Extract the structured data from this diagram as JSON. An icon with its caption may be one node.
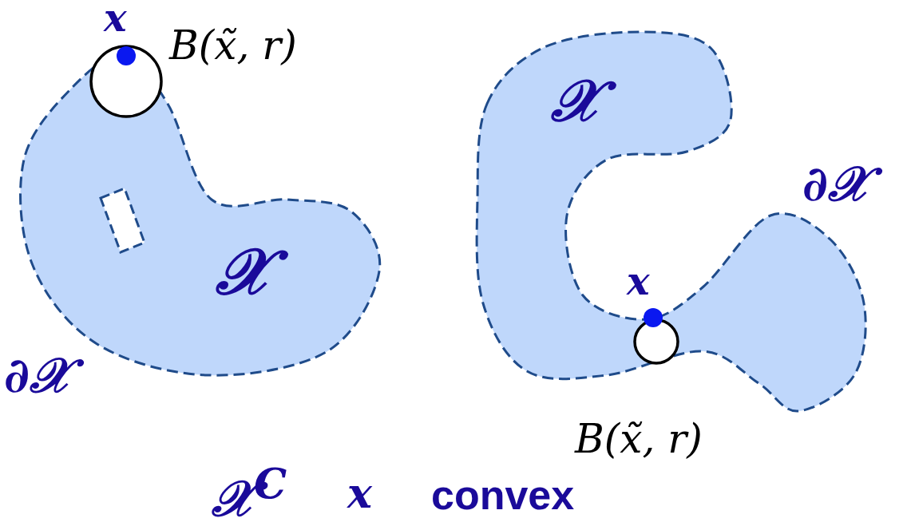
{
  "diagram": {
    "labels": [
      "x",
      "B(x̃, r)",
      "𝒳",
      "∂𝒳",
      "𝒳",
      "x",
      "∂𝒳",
      "B(x̃, r)",
      "𝒳$^{C}$",
      "x",
      "convex"
    ]
  }
}
